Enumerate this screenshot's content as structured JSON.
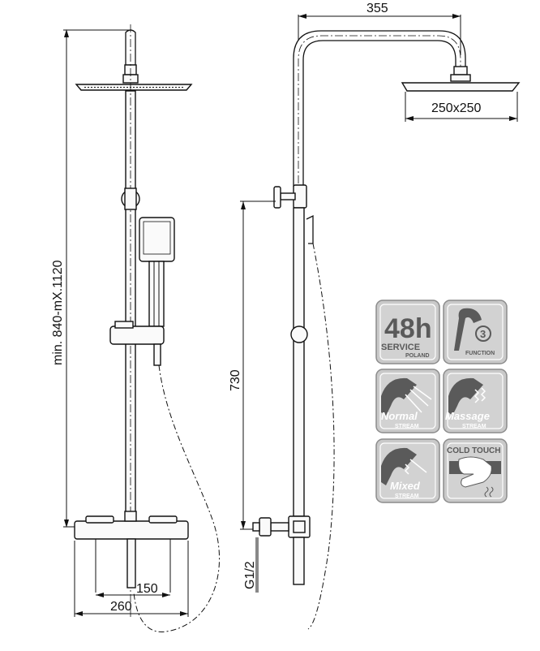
{
  "dimensions": {
    "total_width": "355",
    "head_size": "250x250",
    "height_range": "min. 840-mX.1120",
    "bar_height": "730",
    "thread": "G1/2",
    "inner_spacing": "150",
    "mixer_width": "260"
  },
  "badges": {
    "service": {
      "big": "48h",
      "line1": "SERVICE",
      "line2": "POLAND"
    },
    "function": {
      "number": "3",
      "label": "FUNCTION"
    },
    "normal": {
      "title": "Normal",
      "sub": "STREAM"
    },
    "massage": {
      "title": "Massage",
      "sub": "STREAM"
    },
    "mixed": {
      "title": "Mixed",
      "sub": "STREAM"
    },
    "cold": {
      "title": "COLD TOUCH"
    }
  }
}
